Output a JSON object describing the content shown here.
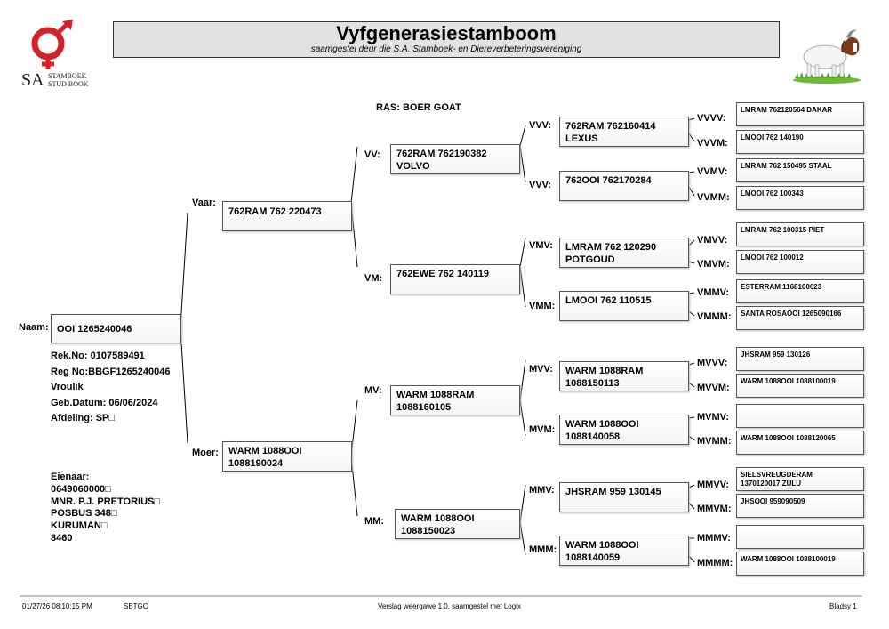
{
  "header": {
    "title": "Vyfgenerasiestamboom",
    "subtitle": "saamgestel deur die S.A. Stamboek- en Diereverbeteringsvereniging",
    "logo_sa": "SA",
    "logo_line1": "STAMBOEK",
    "logo_line2": "STUD BOOK"
  },
  "breed": "RAS: BOER GOAT",
  "animal": {
    "label": "Naam:",
    "name": "OOI 1265240046",
    "details": [
      "Rek.No: 0107589491",
      "Reg No:BBGF1265240046",
      "Vroulik",
      "Geb.Datum: 06/06/2024",
      "Afdeling: SP□"
    ],
    "owner_label": "Eienaar:",
    "owner_lines": [
      "0649060000□",
      "MNR. P.J. PRETORIUS□",
      "POSBUS 348□",
      "KURUMAN□",
      "8460"
    ]
  },
  "gen1": [
    {
      "label": "Vaar:",
      "name": "762RAM 762 220473"
    },
    {
      "label": "Moer:",
      "name": "WARM 1088OOI\n1088190024"
    }
  ],
  "gen2": [
    {
      "label": "VV:",
      "name": "762RAM 762190382\nVOLVO"
    },
    {
      "label": "VM:",
      "name": "762EWE 762 140119"
    },
    {
      "label": "MV:",
      "name": "WARM 1088RAM\n1088160105"
    },
    {
      "label": "MM:",
      "name": "WARM 1088OOI\n1088150023"
    }
  ],
  "gen3": [
    {
      "label": "VVV:",
      "name": "762RAM 762160414\nLEXUS"
    },
    {
      "label": "VVV:",
      "name": "762OOI 762170284"
    },
    {
      "label": "VMV:",
      "name": "LMRAM 762 120290\nPOTGOUD"
    },
    {
      "label": "VMM:",
      "name": "LMOOI 762 110515"
    },
    {
      "label": "MVV:",
      "name": "WARM 1088RAM\n1088150113"
    },
    {
      "label": "MVM:",
      "name": "WARM 1088OOI\n1088140058"
    },
    {
      "label": "MMV:",
      "name": "JHSRAM 959 130145"
    },
    {
      "label": "MMM:",
      "name": "WARM 1088OOI\n1088140059"
    }
  ],
  "gen4": [
    {
      "label": "VVVV:",
      "name": "LMRAM 762120564  DAKAR"
    },
    {
      "label": "VVVM:",
      "name": "LMOOI 762 140190"
    },
    {
      "label": "VVMV:",
      "name": "LMRAM 762 150495 STAAL"
    },
    {
      "label": "VVMM:",
      "name": "LMOOI 762 100343"
    },
    {
      "label": "VMVV:",
      "name": "LMRAM 762 100315 PIET"
    },
    {
      "label": "VMVM:",
      "name": "LMOOI 762 100012"
    },
    {
      "label": "VMMV:",
      "name": "ESTERRAM 1168100023"
    },
    {
      "label": "VMMM:",
      "name": "SANTA ROSAOOI 1265090166"
    },
    {
      "label": "MVVV:",
      "name": "JHSRAM 959 130126"
    },
    {
      "label": "MVVM:",
      "name": "WARM 1088OOI 1088100019"
    },
    {
      "label": "MVMV:",
      "name": ""
    },
    {
      "label": "MVMM:",
      "name": "WARM 1088OOI 1088120065"
    },
    {
      "label": "MMVV:",
      "name": "SIELSVREUGDERAM\n1370120017 ZULU"
    },
    {
      "label": "MMVM:",
      "name": "JHSOOI 959090509"
    },
    {
      "label": "MMMV:",
      "name": ""
    },
    {
      "label": "MMMM:",
      "name": "WARM 1088OOI 1088100019"
    }
  ],
  "footer": {
    "datetime": "01/27/26 08:10:15 PM",
    "code": "SBTGC",
    "report": "Verslag weergawe 1.0. saamgestel met Logix",
    "page": "Bladsy 1"
  },
  "colors": {
    "logo_red": "#d42027",
    "title_bg": "#e2e2e2",
    "grass": "#6fb83a"
  }
}
